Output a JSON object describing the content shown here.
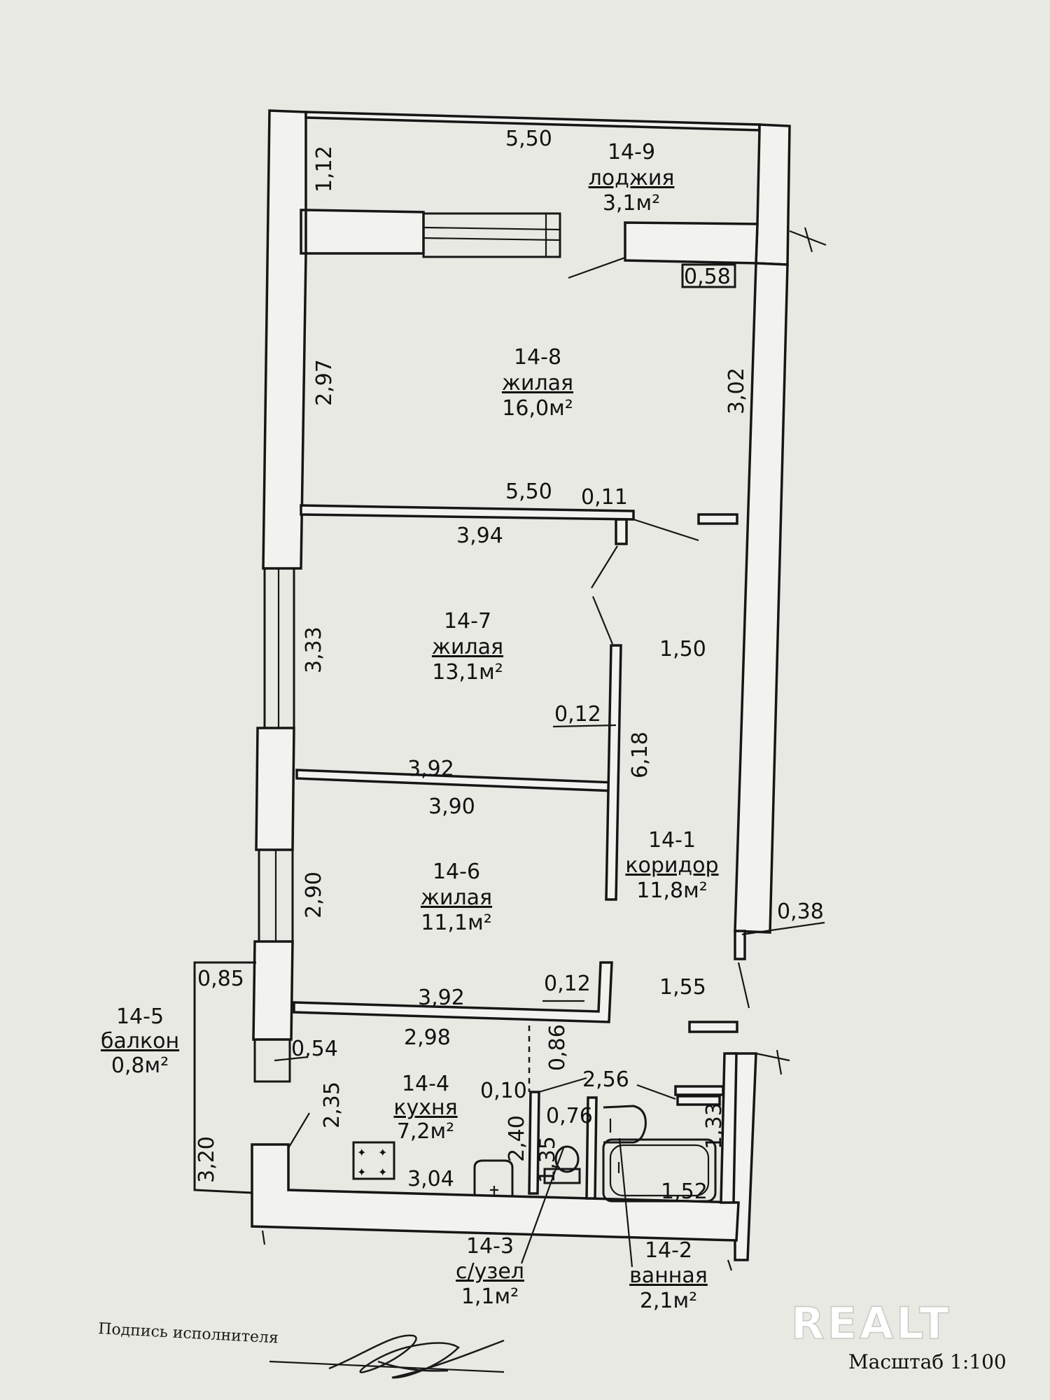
{
  "rooms": {
    "r14_9": {
      "num": "14-9",
      "name": "лоджия",
      "area": "3,1м²"
    },
    "r14_8": {
      "num": "14-8",
      "name": "жилая",
      "area": "16,0м²"
    },
    "r14_7": {
      "num": "14-7",
      "name": "жилая",
      "area": "13,1м²"
    },
    "r14_6": {
      "num": "14-6",
      "name": "жилая",
      "area": "11,1м²"
    },
    "r14_1": {
      "num": "14-1",
      "name": "коридор",
      "area": "11,8м²"
    },
    "r14_5": {
      "num": "14-5",
      "name": "балкон",
      "area": "0,8м²"
    },
    "r14_4": {
      "num": "14-4",
      "name": "кухня",
      "area": "7,2м²"
    },
    "r14_3": {
      "num": "14-3",
      "name": "с/узел",
      "area": "1,1м²"
    },
    "r14_2": {
      "num": "14-2",
      "name": "ванная",
      "area": "2,1м²"
    }
  },
  "dims": {
    "d_550_top": "5,50",
    "d_112": "1,12",
    "d_058": "0,58",
    "d_297": "2,97",
    "d_302": "3,02",
    "d_550_mid": "5,50",
    "d_011": "0,11",
    "d_394": "3,94",
    "d_333": "3,33",
    "d_150": "1,50",
    "d_012_a": "0,12",
    "d_618": "6,18",
    "d_392_a": "3,92",
    "d_390": "3,90",
    "d_290": "2,90",
    "d_038": "0,38",
    "d_085": "0,85",
    "d_392_b": "3,92",
    "d_012_b": "0,12",
    "d_155": "1,55",
    "d_298": "2,98",
    "d_054": "0,54",
    "d_086": "0,86",
    "d_010": "0,10",
    "d_256": "2,56",
    "d_235": "2,35",
    "d_240": "2,40",
    "d_076": "0,76",
    "d_133": "1,33",
    "d_135": "1,35",
    "d_320": "3,20",
    "d_304": "3,04",
    "d_152": "1,52"
  },
  "footer": {
    "signature_label": "Подпись исполнителя",
    "scale": "Масштаб 1:100",
    "watermark": "REALT"
  }
}
